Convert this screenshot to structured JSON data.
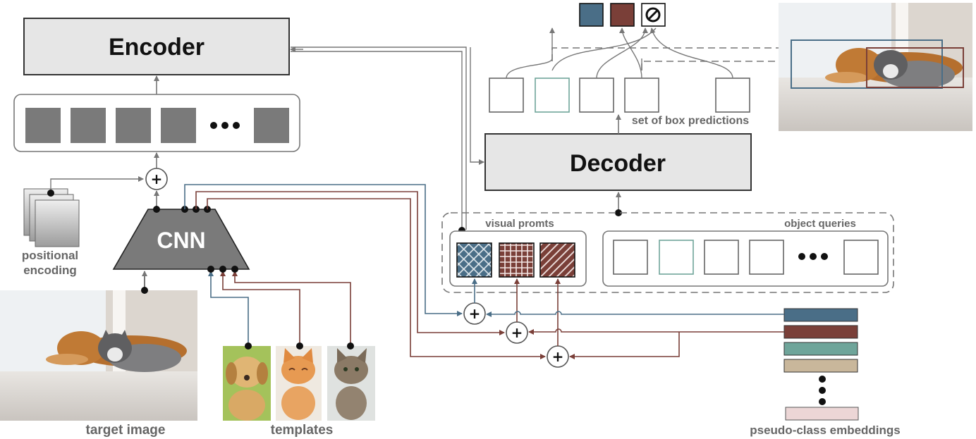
{
  "labels": {
    "encoder": "Encoder",
    "decoder": "Decoder",
    "cnn": "CNN",
    "positional_encoding_line1": "positional",
    "positional_encoding_line2": "encoding",
    "target_image": "target image",
    "templates": "templates",
    "visual_prompts": "visual promts",
    "object_queries": "object queries",
    "set_of_box_predictions": "set of box predictions",
    "pseudo_class_embeddings": "pseudo-class embeddings"
  },
  "colors": {
    "blue": "#4a6e87",
    "red": "#7a3f38",
    "teal": "#6fa59a",
    "tan": "#c9b79b",
    "pink": "#ecd6d6",
    "gray_token": "#7a7a7a",
    "box_fill": "#e6e6e6",
    "line_gray": "#777777"
  },
  "images": {
    "target": "photo: dog and cat lying on floor",
    "templates": [
      "puppy",
      "kitten smiling",
      "tabby kitten"
    ],
    "output": "photo: dog and cat with two detected bounding boxes"
  }
}
